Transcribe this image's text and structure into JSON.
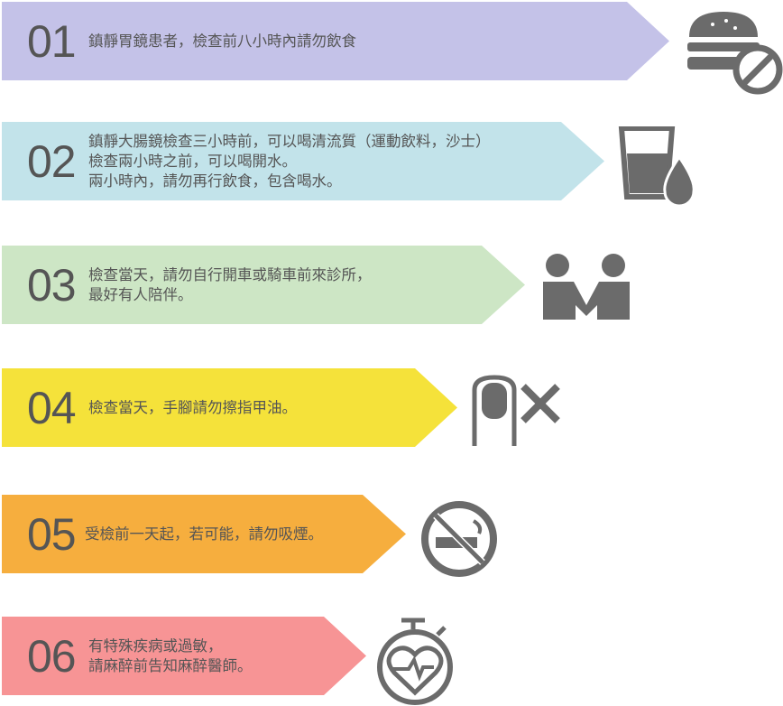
{
  "colors": {
    "text": "#555555",
    "icon": "#6b6b6b"
  },
  "steps": [
    {
      "num": "01",
      "lines": [
        "鎮靜胃鏡患者，檢查前八小時內請勿飲食"
      ],
      "color": "#c4c2e8",
      "icon": "burger-no-icon"
    },
    {
      "num": "02",
      "lines": [
        "鎮靜大腸鏡檢查三小時前，可以喝清流質（運動飲料，沙士）",
        "檢查兩小時之前，可以喝開水。",
        "兩小時內，請勿再行飲食，包含喝水。"
      ],
      "color": "#c2e3ea",
      "icon": "water-glass-drop-icon"
    },
    {
      "num": "03",
      "lines": [
        "檢查當天，請勿自行開車或騎車前來診所，",
        "最好有人陪伴。"
      ],
      "color": "#cde6c5",
      "icon": "companion-people-icon"
    },
    {
      "num": "04",
      "lines": [
        "檢查當天，手腳請勿擦指甲油。"
      ],
      "color": "#f5e23a",
      "icon": "no-nail-polish-icon"
    },
    {
      "num": "05",
      "lines": [
        "受檢前一天起，若可能，請勿吸煙。"
      ],
      "color": "#f6ae3e",
      "icon": "no-smoking-icon"
    },
    {
      "num": "06",
      "lines": [
        "有特殊疾病或過敏，",
        "請麻醉前告知麻醉醫師。"
      ],
      "color": "#f79495",
      "icon": "heart-stopwatch-icon"
    }
  ]
}
